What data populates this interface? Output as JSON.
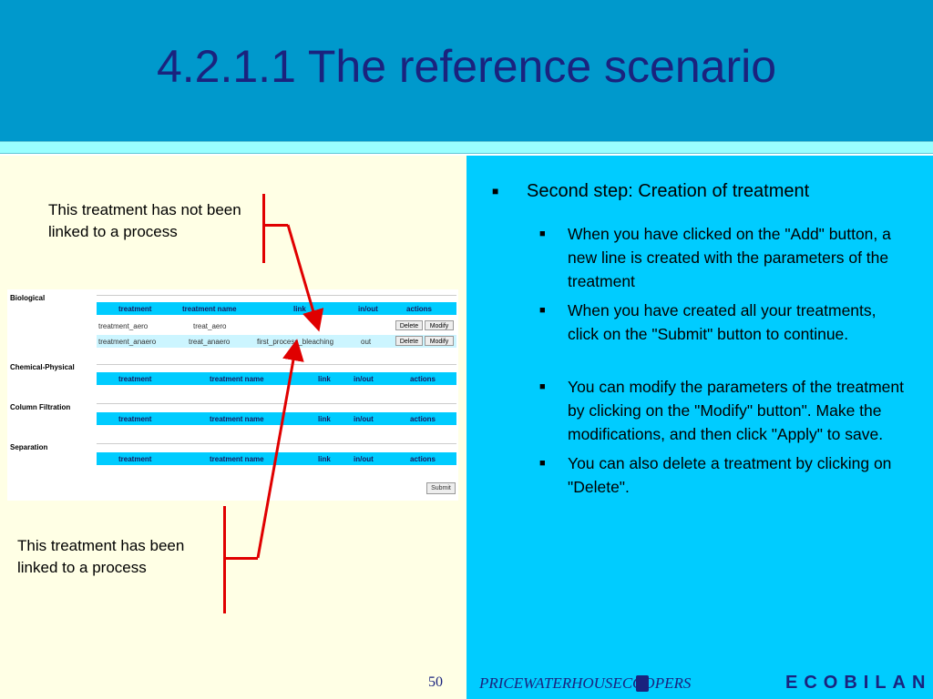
{
  "slide": {
    "title": "4.2.1.1 The reference scenario",
    "page_number": "50"
  },
  "callouts": {
    "top": "This treatment has not been linked to a process",
    "bottom": "This treatment has been linked to a process"
  },
  "form": {
    "sections": [
      {
        "label": "Biological",
        "headers": [
          "treatment",
          "treatment name",
          "link",
          "in/out",
          "actions"
        ],
        "rows": [
          {
            "treatment": "treatment_aero",
            "name": "treat_aero",
            "link": "",
            "inout": "",
            "delete": "Delete",
            "modify": "Modify"
          },
          {
            "treatment": "treatment_anaero",
            "name": "treat_anaero",
            "link": "first_process_bleaching",
            "inout": "out",
            "delete": "Delete",
            "modify": "Modify"
          }
        ]
      },
      {
        "label": "Chemical-Physical",
        "headers": [
          "treatment",
          "treatment name",
          "link",
          "in/out",
          "actions"
        ]
      },
      {
        "label": "Column Filtration",
        "headers": [
          "treatment",
          "treatment name",
          "link",
          "in/out",
          "actions"
        ]
      },
      {
        "label": "Separation",
        "headers": [
          "treatment",
          "treatment name",
          "link",
          "in/out",
          "actions"
        ]
      }
    ],
    "submit_label": "Submit"
  },
  "bullets": {
    "main": "Second step: Creation of treatment",
    "sub": [
      "When you have clicked on the \"Add\" button, a new line is created with the parameters of the treatment",
      "When you have created all your treatments, click on the \"Submit\" button to continue.",
      "You can modify the parameters of the treatment by clicking on the \"Modify\" button\". Make the modifications, and then click \"Apply\" to save.",
      "You can also delete a treatment by clicking on \"Delete\"."
    ]
  },
  "footer": {
    "company": "PRICEWATERHOUSECOOPERS",
    "brand": "ECOBILAN"
  },
  "colors": {
    "header_bg": "#0099cc",
    "title": "#1a237e",
    "left_bg": "#ffffe5",
    "right_bg": "#00ccff",
    "table_header": "#00ccff",
    "bracket": "#e00000"
  }
}
